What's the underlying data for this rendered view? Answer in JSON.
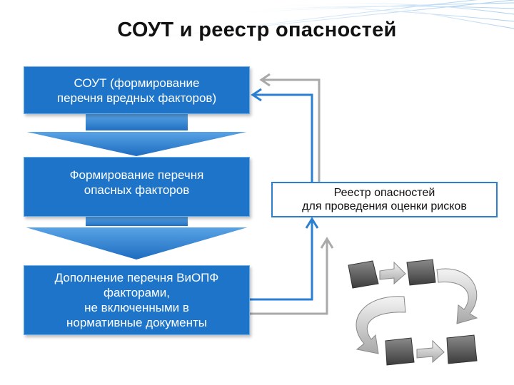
{
  "title": "СОУТ и реестр опасностей",
  "boxes": {
    "b1": "СОУТ (формирование\nперечня вредных факторов)",
    "b2": "Формирование перечня\nопасных факторов",
    "b3": "Дополнение перечня ВиОПФ\nфакторами,\nне включенными в\nнормативные документы"
  },
  "registry": "Реестр опасностей\nдля проведения оценки рисков",
  "illustration_icon": "process-cycle-arrows-icon",
  "colors": {
    "box_fill": "#1e74c8",
    "arrow_fill": "#2b7fd4",
    "connector_blue": "#2a7fd0",
    "connector_gray": "#a9a9a9",
    "title": "#111111"
  }
}
